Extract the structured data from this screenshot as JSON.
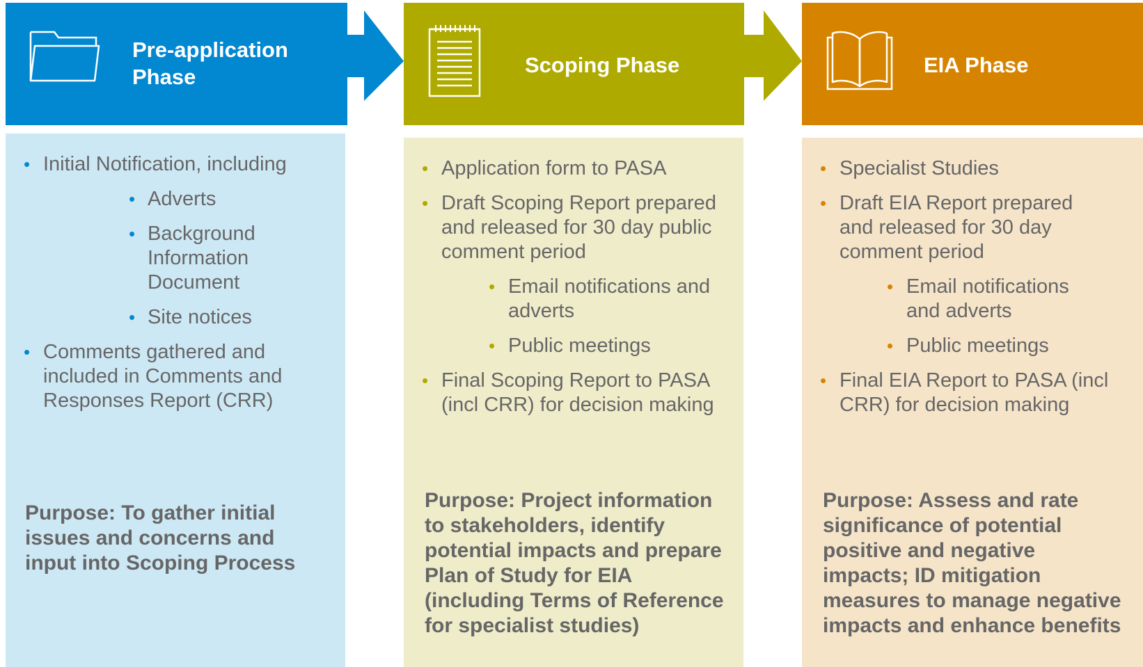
{
  "phases": [
    {
      "title_line1": "Pre-application",
      "title_line2": "Phase",
      "icon": "folder-icon",
      "color": "#0288d1",
      "bg": "#cde8f5",
      "items": [
        {
          "text": "Initial Notification, including",
          "sub": [
            "Adverts",
            "Background Information Document",
            "Site notices"
          ]
        },
        {
          "text": "Comments gathered and included in Comments and Responses Report (CRR)",
          "sub": []
        }
      ],
      "purpose": "Purpose: To gather initial issues and concerns and input into Scoping Process"
    },
    {
      "title_line1": "Scoping Phase",
      "title_line2": "",
      "icon": "notepad-icon",
      "color": "#aeaa00",
      "bg": "#efecca",
      "items": [
        {
          "text": "Application form to PASA",
          "sub": []
        },
        {
          "text": "Draft Scoping Report prepared and released for 30 day public comment period",
          "sub": [
            "Email notifications and adverts",
            "Public meetings"
          ]
        },
        {
          "text": "Final Scoping Report to PASA (incl CRR) for decision making",
          "sub": []
        }
      ],
      "purpose": "Purpose: Project information to stakeholders, identify potential impacts and prepare Plan of Study for EIA (including Terms of Reference for specialist studies)"
    },
    {
      "title_line1": "EIA Phase",
      "title_line2": "",
      "icon": "book-icon",
      "color": "#d68400",
      "bg": "#f5e4c8",
      "items": [
        {
          "text": "Specialist Studies",
          "sub": []
        },
        {
          "text": "Draft EIA Report prepared and released for 30 day comment period",
          "sub": [
            "Email notifications and adverts",
            "Public meetings"
          ]
        },
        {
          "text": "Final EIA Report to PASA (incl CRR) for decision making",
          "sub": []
        }
      ],
      "purpose": "Purpose: Assess and rate significance of potential positive and negative impacts; ID mitigation measures to manage negative impacts and enhance benefits"
    }
  ]
}
